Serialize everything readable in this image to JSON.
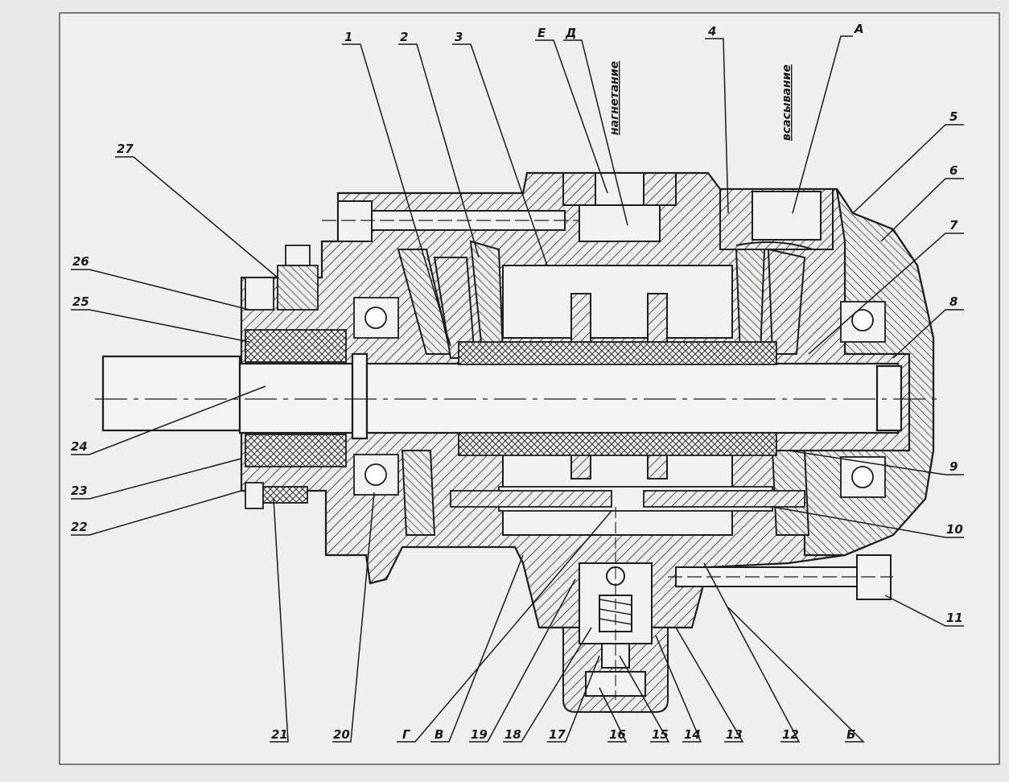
{
  "drawing": {
    "side_labels": {
      "outlet": "нагнетание",
      "inlet": "всасывание"
    },
    "callouts": [
      {
        "id": "c1",
        "text": "1"
      },
      {
        "id": "c2",
        "text": "2"
      },
      {
        "id": "c3",
        "text": "3"
      },
      {
        "id": "cE",
        "text": "Е"
      },
      {
        "id": "cD",
        "text": "Д"
      },
      {
        "id": "c4",
        "text": "4"
      },
      {
        "id": "cA",
        "text": "А"
      },
      {
        "id": "c5",
        "text": "5"
      },
      {
        "id": "c6",
        "text": "6"
      },
      {
        "id": "c7",
        "text": "7"
      },
      {
        "id": "c8",
        "text": "8"
      },
      {
        "id": "c9",
        "text": "9"
      },
      {
        "id": "c10",
        "text": "10"
      },
      {
        "id": "c11",
        "text": "11"
      },
      {
        "id": "c27",
        "text": "27"
      },
      {
        "id": "c26",
        "text": "26"
      },
      {
        "id": "c25",
        "text": "25"
      },
      {
        "id": "c24",
        "text": "24"
      },
      {
        "id": "c23",
        "text": "23"
      },
      {
        "id": "c22",
        "text": "22"
      },
      {
        "id": "c21",
        "text": "21"
      },
      {
        "id": "c20",
        "text": "20"
      },
      {
        "id": "cG",
        "text": "Г"
      },
      {
        "id": "cV",
        "text": "В"
      },
      {
        "id": "c19",
        "text": "19"
      },
      {
        "id": "c18",
        "text": "18"
      },
      {
        "id": "c17",
        "text": "17"
      },
      {
        "id": "c16",
        "text": "16"
      },
      {
        "id": "c15",
        "text": "15"
      },
      {
        "id": "c14",
        "text": "14"
      },
      {
        "id": "c13",
        "text": "13"
      },
      {
        "id": "c12",
        "text": "12"
      },
      {
        "id": "cB",
        "text": "Б"
      }
    ]
  }
}
